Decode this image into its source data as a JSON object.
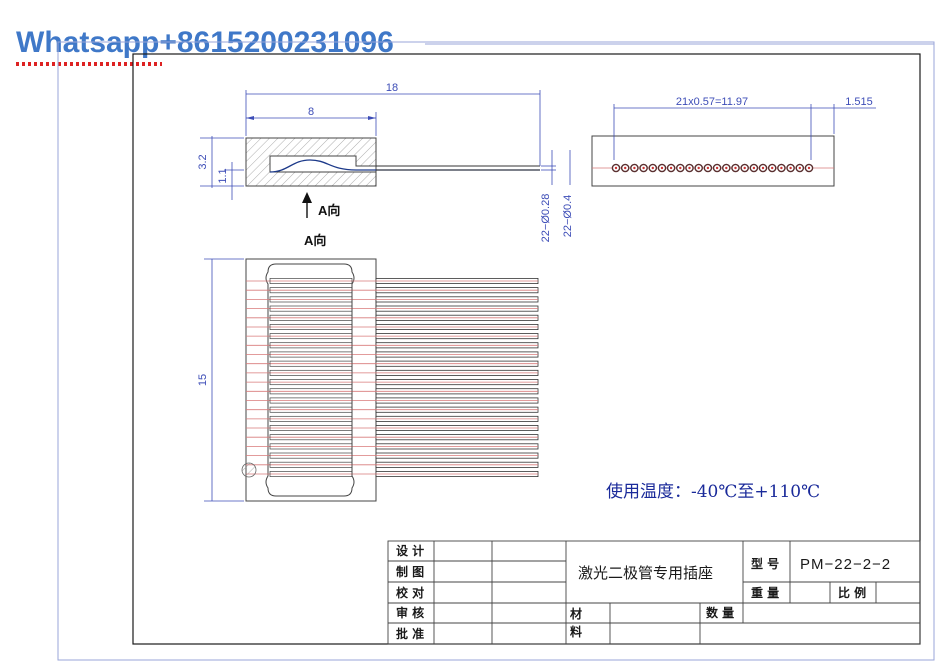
{
  "watermark": {
    "text": "Whatsapp+8615200231096"
  },
  "side_view": {
    "dim_total_length": "18",
    "dim_body_length": "8",
    "dim_height": "3.2",
    "dim_offset": "1.1",
    "dim_wire_inner": "22−Ø0.28",
    "dim_wire_outer": "22−Ø0.4",
    "arrow_label": "A向"
  },
  "front_view": {
    "dim_pitch": "21x0.57=11.97",
    "dim_margin": "1.515",
    "pin_count": 22
  },
  "top_view": {
    "title": "A向",
    "dim_width": "15",
    "wire_count": 22
  },
  "temperature_note": "使用温度：-40℃至+110℃",
  "title_block": {
    "rows": [
      "设 计",
      "制 图",
      "校 对",
      "审 核",
      "批 准"
    ],
    "product_name": "激光二极管专用插座",
    "material_label": "材\n料",
    "material_l1": "材",
    "material_l2": "料",
    "quantity_label": "数 量",
    "model_label": "型 号",
    "model_value": "PM−22−2−2",
    "weight_label": "重 量",
    "scale_label": "比 例"
  },
  "colors": {
    "frame": "#1a1a1a",
    "dimension": "#3d4db7",
    "wire": "#d87a7a",
    "watermark": "#3f78c8",
    "temperature": "#1a2a9a"
  }
}
